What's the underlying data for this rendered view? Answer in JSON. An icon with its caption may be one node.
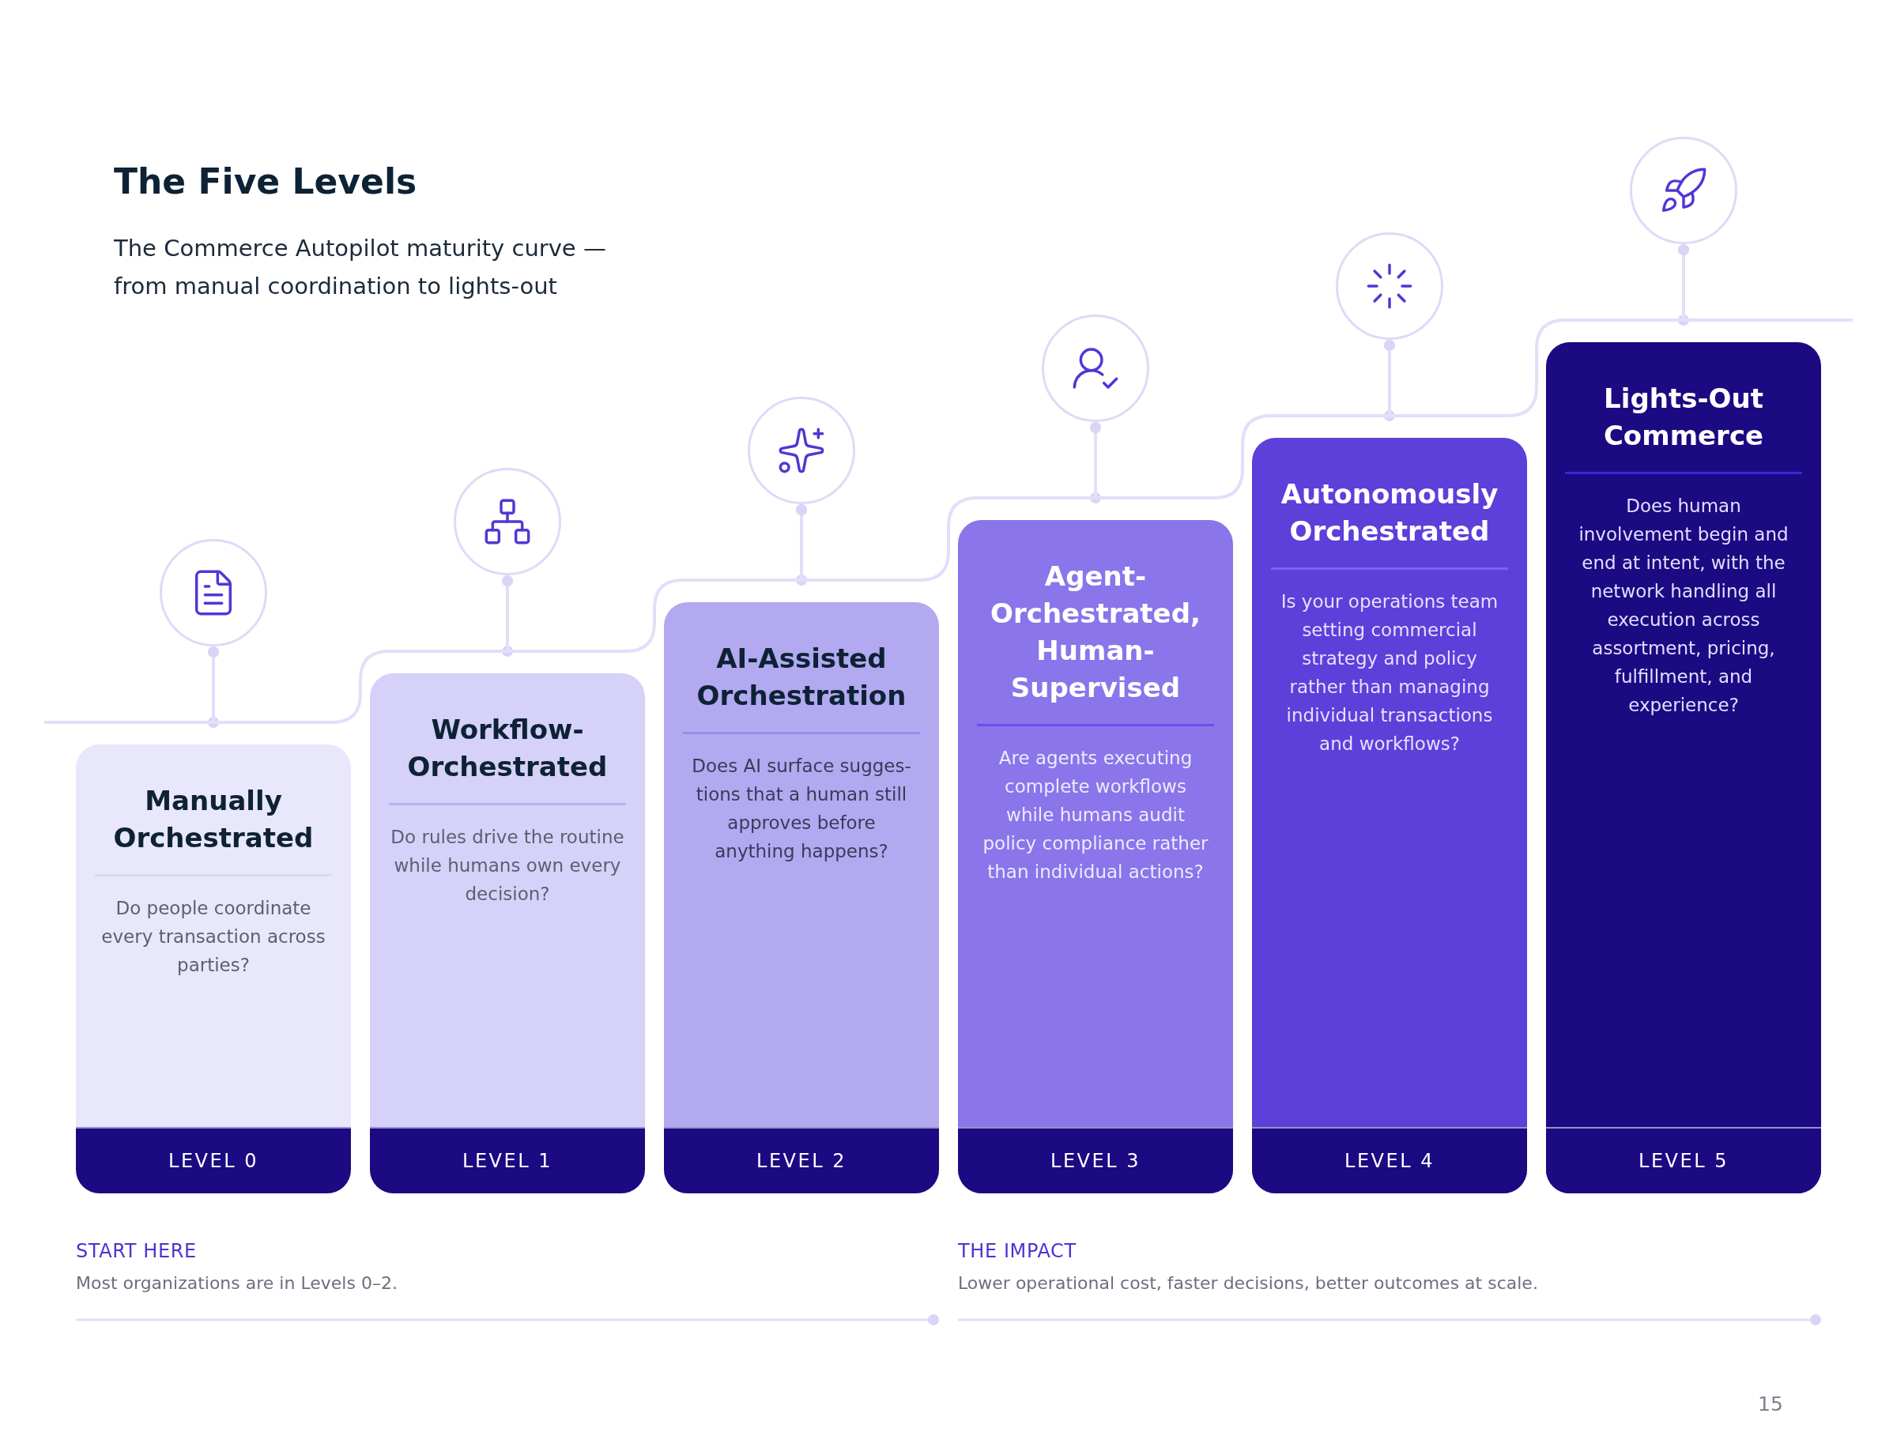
{
  "diagram": {
    "title": "The Five Levels",
    "nodes": [
      {
        "text": [
          "Manually Orchestrated",
          "Do people coordinate every transaction across parties?"
        ]
      },
      {
        "text": [
          "LEVEL 0"
        ],
        "in": 0
      },
      {
        "text": [
          "Workflow-Orchestrated",
          "Do rules drive the routine while humans own every decision?"
        ]
      },
      {
        "text": [
          "LEVEL 1"
        ],
        "in": 2
      },
      {
        "text": [
          "AI-Assisted Orchestration",
          "Does AI surface sugges-tions that a human still approves before anything happens?"
        ]
      },
      {
        "text": [
          "LEVEL 2"
        ],
        "in": 4
      },
      {
        "text": [
          "Agent-Orchestrated, Human-Supervised",
          "Are agents executing complete workflows while humans audit policy compliance rather than individual actions?"
        ]
      },
      {
        "text": [
          "LEVEL 3"
        ],
        "in": 6
      },
      {
        "text": [
          "Autonomously Orchestrated",
          "Is your operations team setting commercial strategy and policy rather than managing individual transactions and workflows?"
        ]
      },
      {
        "text": [
          "LEVEL 4"
        ],
        "in": 8
      },
      {
        "text": [
          "Lights-Out Commerce",
          "Does human involvement begin and end at intent, with the network handling all execution across assortment, pricing, fulfillment, and experience?"
        ]
      },
      {
        "text": [
          "LEVEL 5"
        ],
        "in": 10
      },
      {
        "text": [],
        "shape": "circle"
      },
      {
        "text": [],
        "shape": "circle"
      },
      {
        "text": [],
        "shape": "circle"
      },
      {
        "text": [],
        "shape": "circle"
      },
      {
        "text": [],
        "shape": "circle"
      },
      {
        "text": [],
        "shape": "circle"
      }
    ],
    "edges": [
      {
        "from": null,
        "to": 12,
        "arrow": "other"
      },
      {
        "from": 12,
        "to": 13,
        "arrow": "other"
      },
      {
        "from": 13,
        "to": 14,
        "arrow": "other"
      },
      {
        "from": 14,
        "to": 15,
        "arrow": "other"
      },
      {
        "from": 15,
        "to": 16,
        "arrow": "other"
      },
      {
        "from": 16,
        "to": 17,
        "arrow": "other"
      },
      {
        "from": 17,
        "to": null,
        "arrow": "other"
      }
    ],
    "labels": [
      "The Commerce Autopilot maturity curve — from manual coordination to lights-out",
      "START HERE",
      "Most organizations are in Levels 0–2.",
      "THE IMPACT",
      "Lower operational cost, faster decisions, better outcomes at scale.",
      "15"
    ]
  }
}
